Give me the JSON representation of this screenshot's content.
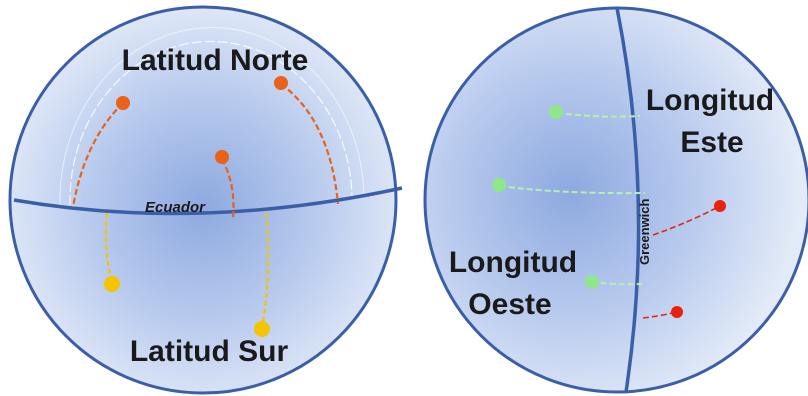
{
  "left_globe": {
    "top_label": "Latitud Norte",
    "bottom_label": "Latitud Sur",
    "equator_label": "Ecuador"
  },
  "right_globe": {
    "east_label_line1": "Longitud",
    "east_label_line2": "Este",
    "west_label_line1": "Longitud",
    "west_label_line2": "Oeste",
    "meridian_label": "Greenwich"
  },
  "colors": {
    "globe_center": "#9fb6e6",
    "globe_edge": "#dfe8f7",
    "outline": "#3a5fa8",
    "north_marker": "#e8621a",
    "south_marker": "#f5c400",
    "west_marker": "#8ee88a",
    "east_marker": "#e8220f"
  }
}
